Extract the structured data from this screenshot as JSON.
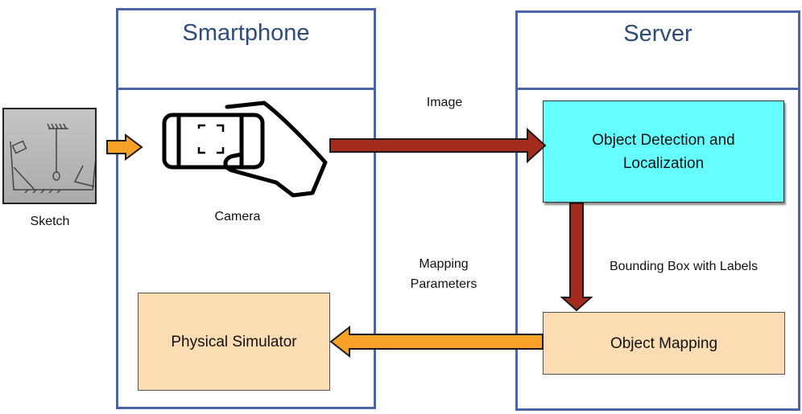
{
  "panels": {
    "smartphone": {
      "title": "Smartphone"
    },
    "server": {
      "title": "Server"
    }
  },
  "sketch": {
    "label": "Sketch"
  },
  "camera": {
    "label": "Camera"
  },
  "boxes": {
    "object_detection": "Object Detection and Localization",
    "physical_simulator": "Physical Simulator",
    "object_mapping": "Object Mapping"
  },
  "edges": {
    "image": "Image",
    "bounding_box": "Bounding Box with Labels",
    "mapping_parameters": "Mapping Parameters"
  },
  "colors": {
    "panel_border": "#4a64a6",
    "panel_title": "#2d4d78",
    "detection_fill": "#66ffff",
    "peach_fill": "#fcdcb2",
    "arrow_red": "#a32c1f",
    "arrow_orange": "#f7a128"
  },
  "icons": {
    "camera": "phone-camera-icon",
    "sketch": "sketch-thumbnail"
  }
}
